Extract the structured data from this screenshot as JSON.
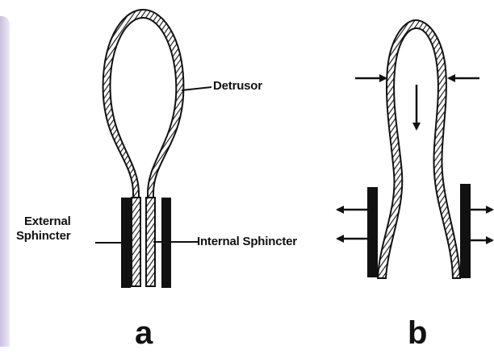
{
  "labels": {
    "detrusor": "Detrusor",
    "external_sphincter_line1": "External",
    "external_sphincter_line2": "Sphincter",
    "internal_sphincter": "Internal Sphincter"
  },
  "panels": {
    "a": "a",
    "b": "b"
  },
  "colors": {
    "ink": "#111111",
    "edge": "#c9c0de"
  }
}
